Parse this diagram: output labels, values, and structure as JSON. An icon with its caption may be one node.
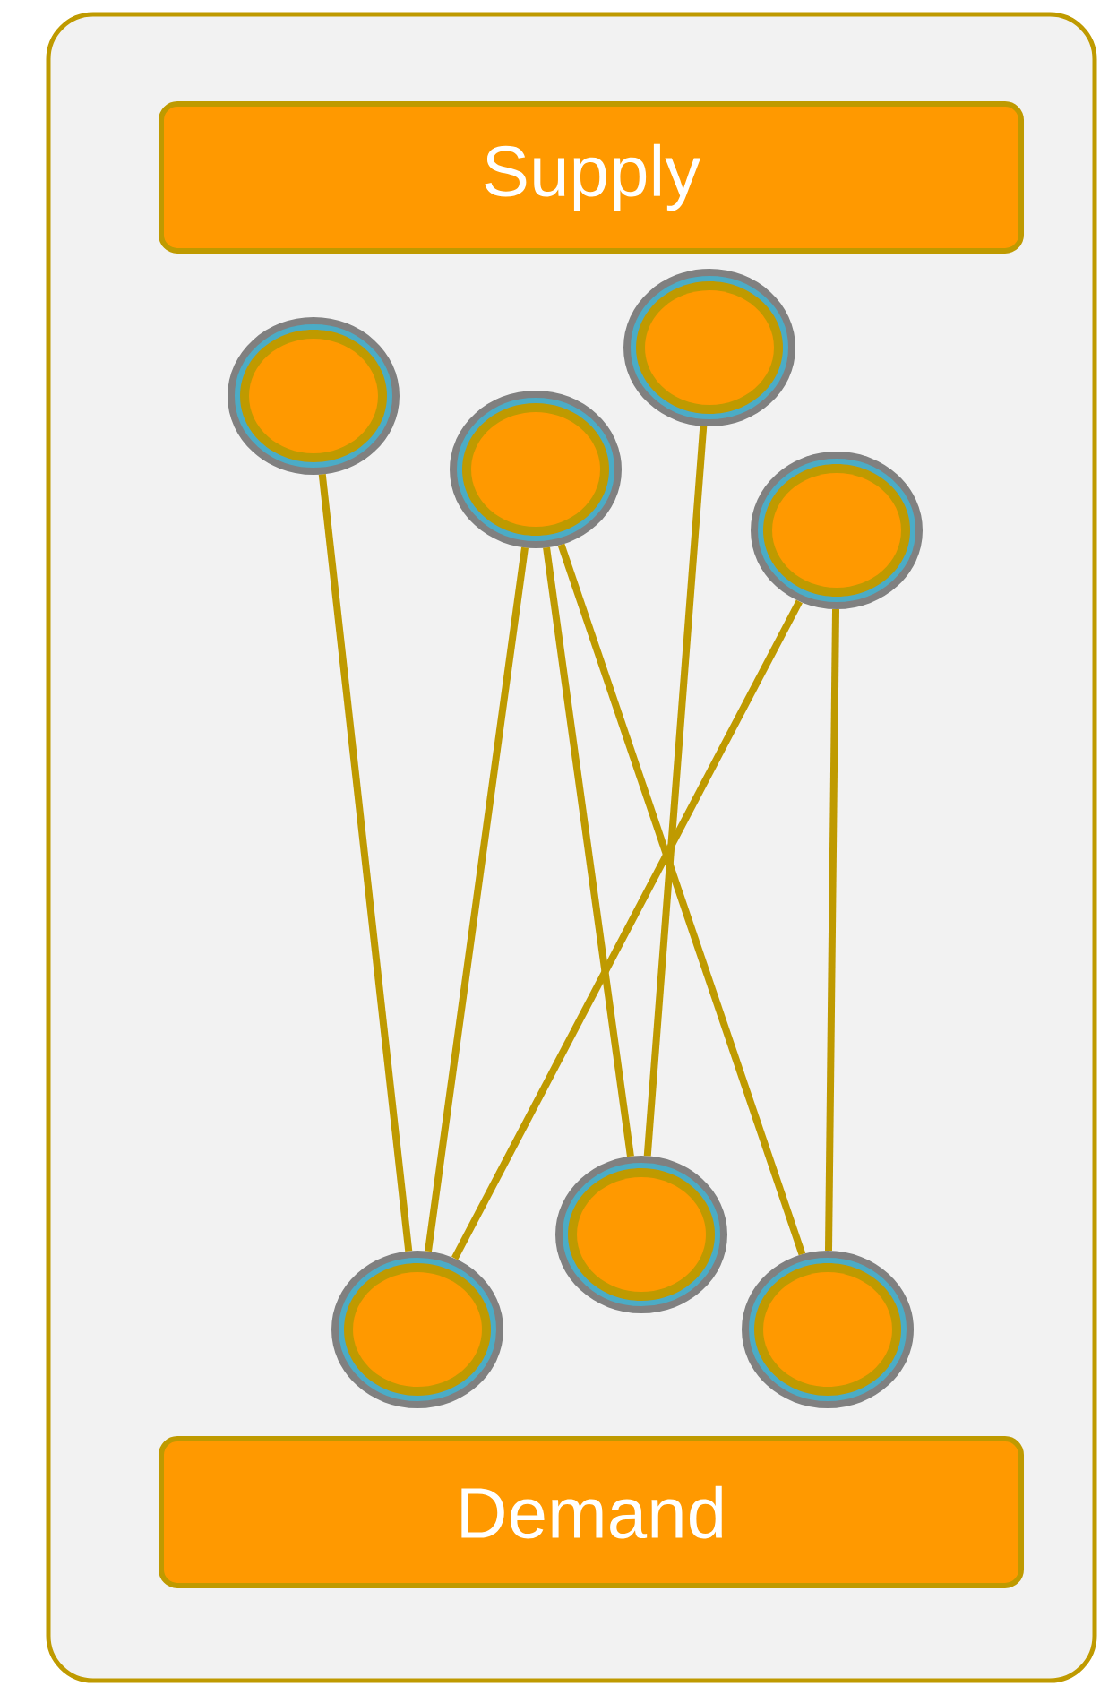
{
  "diagram": {
    "nodes": [
      {
        "text": [],
        "shape": "box"
      },
      {
        "text": [
          "Supply"
        ],
        "in": 0
      },
      {
        "text": [],
        "shape": "circle",
        "in": 0
      },
      {
        "text": [],
        "shape": "circle",
        "in": 0
      },
      {
        "text": [],
        "shape": "circle",
        "in": 0
      },
      {
        "text": [],
        "shape": "circle",
        "in": 0
      },
      {
        "text": [],
        "shape": "circle",
        "in": 0
      },
      {
        "text": [],
        "shape": "circle",
        "in": 0
      },
      {
        "text": [],
        "shape": "circle",
        "in": 0
      },
      {
        "text": [
          "Demand"
        ],
        "in": 0
      }
    ],
    "edges": [
      {
        "from": 2,
        "to": 6,
        "arrow": "none"
      },
      {
        "from": 3,
        "to": 6,
        "arrow": "none"
      },
      {
        "from": 3,
        "to": 7,
        "arrow": "none"
      },
      {
        "from": 3,
        "to": 8,
        "arrow": "none"
      },
      {
        "from": 4,
        "to": 7,
        "arrow": "none"
      },
      {
        "from": 5,
        "to": 6,
        "arrow": "none"
      },
      {
        "from": 5,
        "to": 8,
        "arrow": "none"
      }
    ]
  }
}
